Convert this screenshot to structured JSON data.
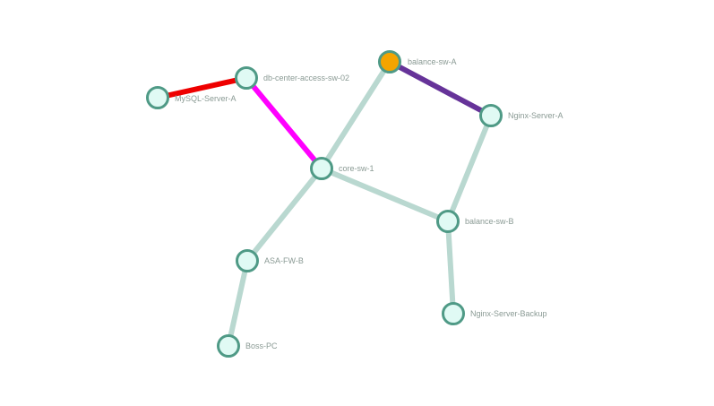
{
  "colors": {
    "background": "#ffffff",
    "link_default": "#b9d8d0",
    "node_fill": "#e0faf4",
    "node_stroke": "#4f9a86",
    "node_selected_fill": "#f5a400",
    "label": "#8a9a94"
  },
  "nodes": [
    {
      "id": "mysql",
      "label": "MySQL-Server-A",
      "selected": false
    },
    {
      "id": "db_sw",
      "label": "db-center-access-sw-02",
      "selected": false
    },
    {
      "id": "core",
      "label": "core-sw-1",
      "selected": false
    },
    {
      "id": "bal_a",
      "label": "balance-sw-A",
      "selected": true
    },
    {
      "id": "nginx_a",
      "label": "Nginx-Server-A",
      "selected": false
    },
    {
      "id": "bal_b",
      "label": "balance-sw-B",
      "selected": false
    },
    {
      "id": "nginx_bk",
      "label": "Nginx-Server-Backup",
      "selected": false
    },
    {
      "id": "asa",
      "label": "ASA-FW-B",
      "selected": false
    },
    {
      "id": "boss",
      "label": "Boss-PC",
      "selected": false
    }
  ],
  "links": [
    {
      "source": "mysql",
      "target": "db_sw",
      "color": "#ee0000"
    },
    {
      "source": "db_sw",
      "target": "core",
      "color": "#ff00ff"
    },
    {
      "source": "bal_a",
      "target": "nginx_a",
      "color": "#663399"
    },
    {
      "source": "core",
      "target": "bal_a",
      "color": "#b9d8d0"
    },
    {
      "source": "core",
      "target": "bal_b",
      "color": "#b9d8d0"
    },
    {
      "source": "nginx_a",
      "target": "bal_b",
      "color": "#b9d8d0"
    },
    {
      "source": "bal_b",
      "target": "nginx_bk",
      "color": "#b9d8d0"
    },
    {
      "source": "core",
      "target": "asa",
      "color": "#b9d8d0"
    },
    {
      "source": "asa",
      "target": "boss",
      "color": "#b9d8d0"
    }
  ]
}
